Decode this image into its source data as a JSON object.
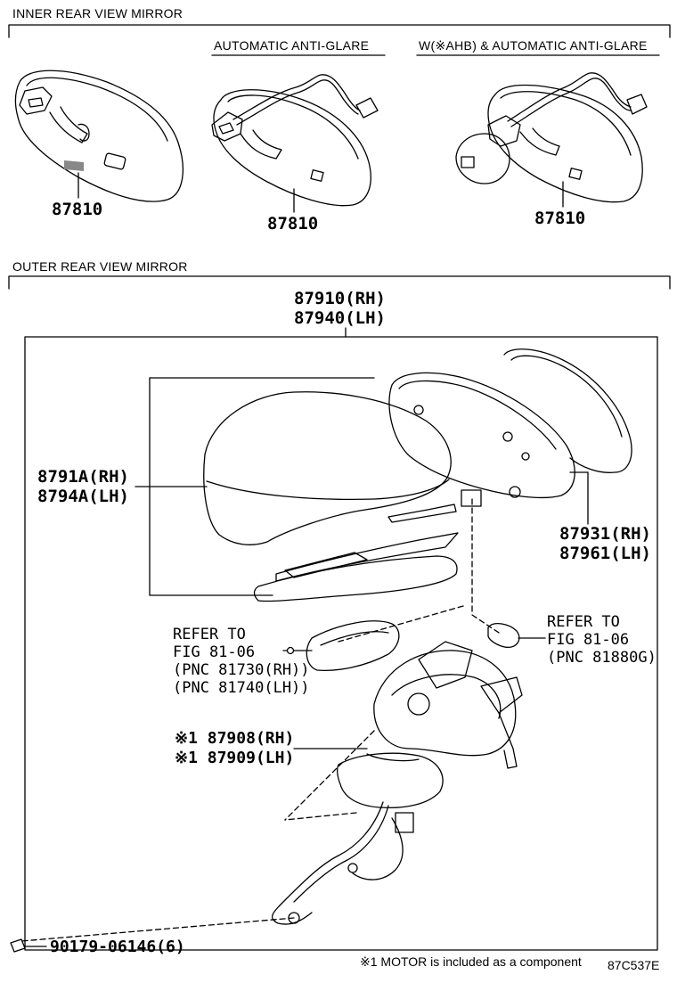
{
  "sections": {
    "inner_title": "INNER REAR VIEW MIRROR",
    "outer_title": "OUTER REAR VIEW MIRROR"
  },
  "inner": {
    "variant_auto": "AUTOMATIC ANTI-GLARE",
    "variant_ahb": "W(※AHB) & AUTOMATIC ANTI-GLARE",
    "part_std": "87810",
    "part_auto": "87810",
    "part_ahb": "87810"
  },
  "outer": {
    "assy_rh": "87910(RH)",
    "assy_lh": "87940(LH)",
    "cover_rh": "8791A(RH)",
    "cover_lh": "8794A(LH)",
    "mirror_rh": "87931(RH)",
    "mirror_lh": "87961(LH)",
    "ref_lamp": [
      "REFER TO",
      "FIG 81-06",
      "(PNC 81730(RH))",
      "(PNC 81740(LH))"
    ],
    "ref_bulb": [
      "REFER TO",
      "FIG 81-06",
      "(PNC 81880G)"
    ],
    "motor_rh": "※1 87908(RH)",
    "motor_lh": "※1 87909(LH)",
    "screw": "90179-06146(6)"
  },
  "footnote": "※1 MOTOR is included as a component",
  "figure_code": "87C537E"
}
